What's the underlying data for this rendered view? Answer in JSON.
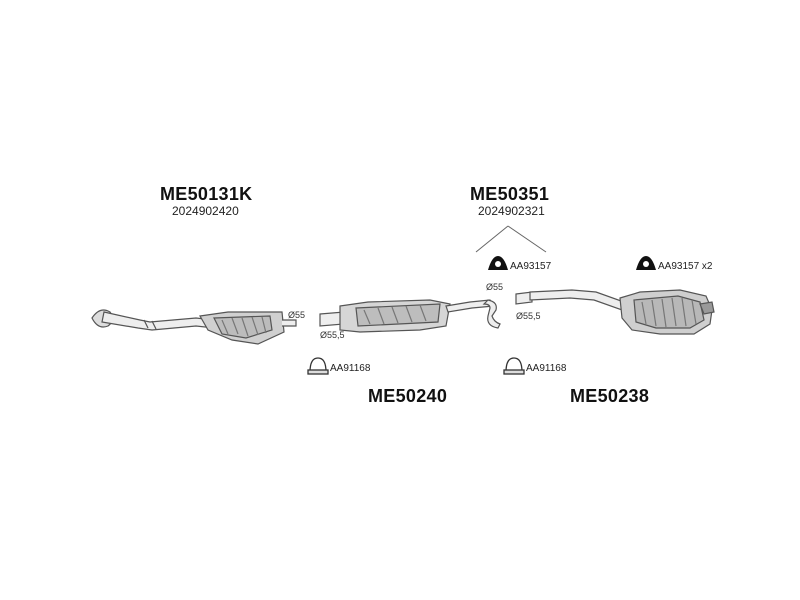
{
  "parts": {
    "front": {
      "code": "ME50131K",
      "oe": "2024902420",
      "diam": "Ø55"
    },
    "middle": {
      "code": "ME50240",
      "diam_in": "Ø55,5",
      "diam_out": "Ø55"
    },
    "kit": {
      "code": "ME50351",
      "oe": "2024902321"
    },
    "rear": {
      "code": "ME50238",
      "diam": "Ø55,5"
    }
  },
  "hardware": {
    "hanger1": "AA93157",
    "hanger2": "AA93157 x2",
    "clamp1": "AA91168",
    "clamp2": "AA91168"
  },
  "colors": {
    "line": "#555555",
    "fill_light": "#eeeeee",
    "fill_mid": "#c8c8c8",
    "fill_dark": "#8a8a8a"
  }
}
